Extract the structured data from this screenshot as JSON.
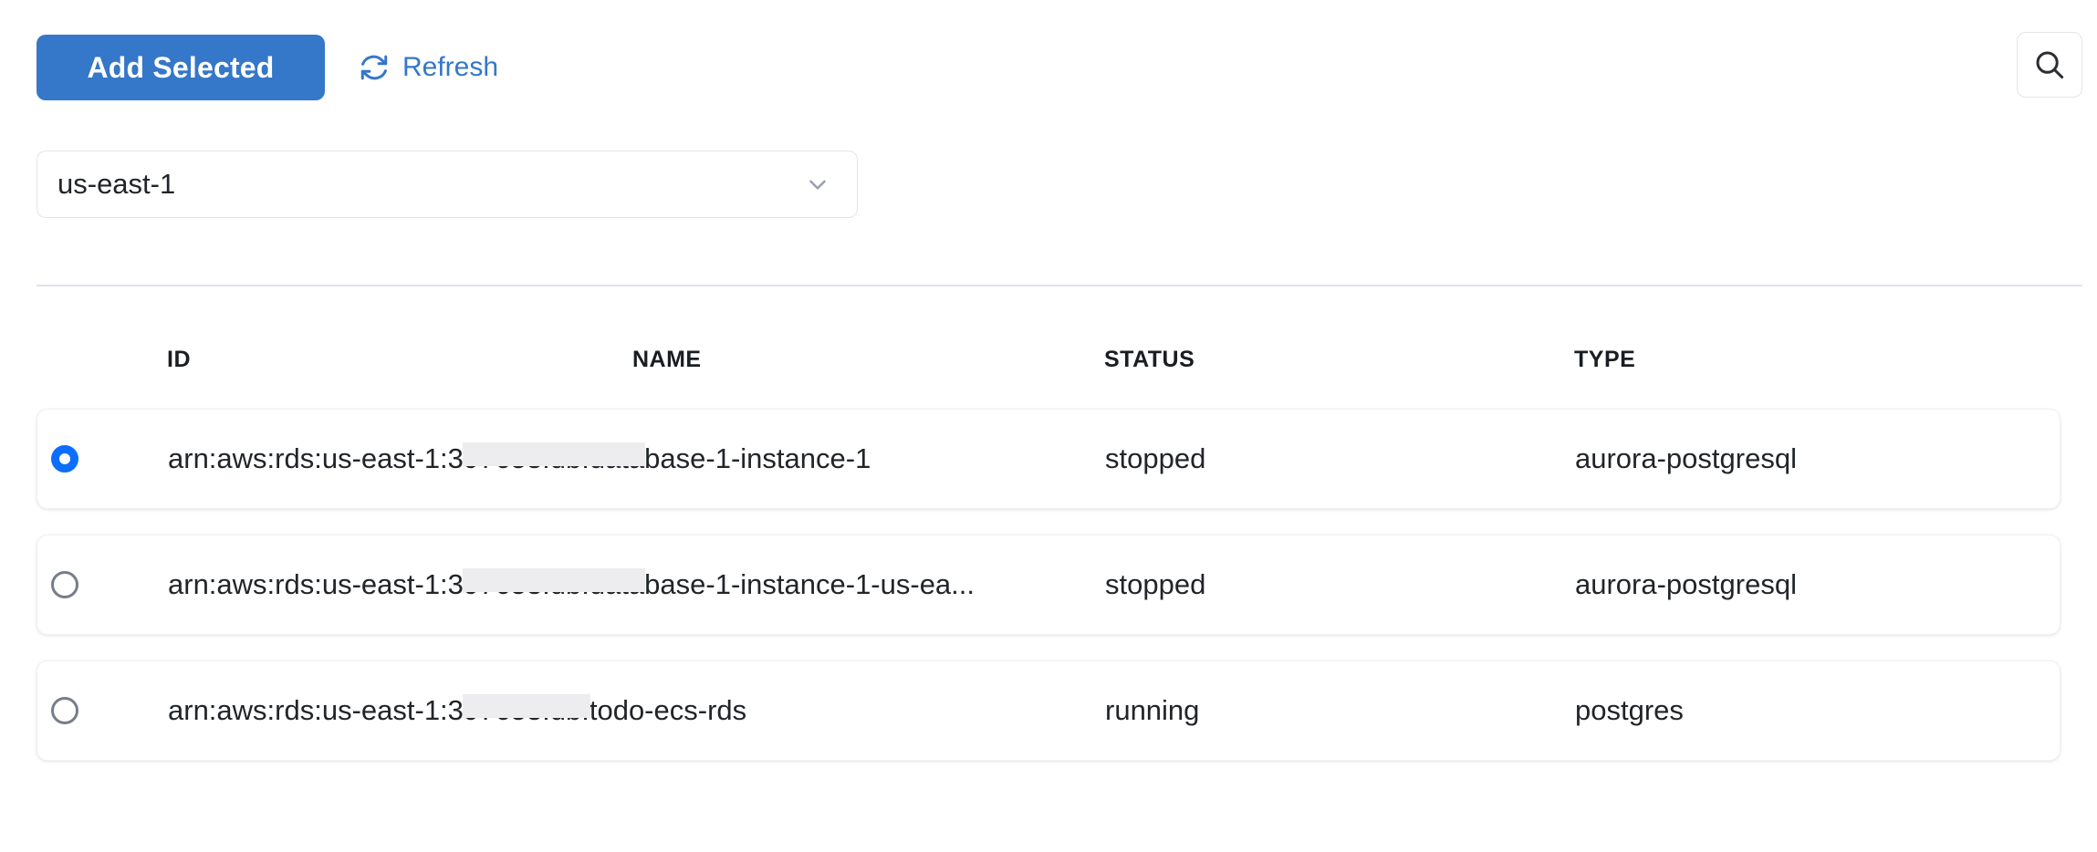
{
  "toolbar": {
    "add_selected_label": "Add Selected",
    "refresh_label": "Refresh",
    "refresh_icon": "refresh-icon",
    "search_icon": "search-icon",
    "accent_color": "#3577c8"
  },
  "region": {
    "selected": "us-east-1",
    "chevron_icon": "chevron-down-icon"
  },
  "table": {
    "columns": [
      "ID",
      "NAME",
      "STATUS",
      "TYPE"
    ],
    "rows": [
      {
        "selected": true,
        "id_prefix": "arn:aws:rds:us-east-1:3",
        "id_redacted": "97653:db:data",
        "id_suffix": "base-1-instance-1",
        "status": "stopped",
        "type": "aurora-postgresql"
      },
      {
        "selected": false,
        "id_prefix": "arn:aws:rds:us-east-1:3",
        "id_redacted": "97653:db:data",
        "id_suffix": "base-1-instance-1-us-ea...",
        "status": "stopped",
        "type": "aurora-postgresql"
      },
      {
        "selected": false,
        "id_prefix": "arn:aws:rds:us-east-1:3",
        "id_redacted": "97653:db:",
        "id_suffix": "todo-ecs-rds",
        "status": "running",
        "type": "postgres"
      }
    ]
  }
}
